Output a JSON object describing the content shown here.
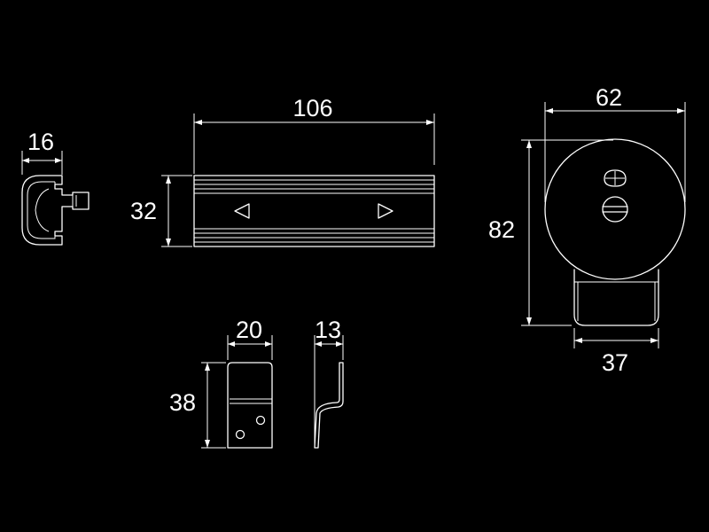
{
  "dimensions": {
    "end_cap_width": "16",
    "rail_length": "106",
    "rail_height": "32",
    "bracket_width": "20",
    "bracket_height": "38",
    "bracket_depth": "13",
    "hub_diameter": "62",
    "hub_height": "82",
    "hub_base_width": "37"
  }
}
